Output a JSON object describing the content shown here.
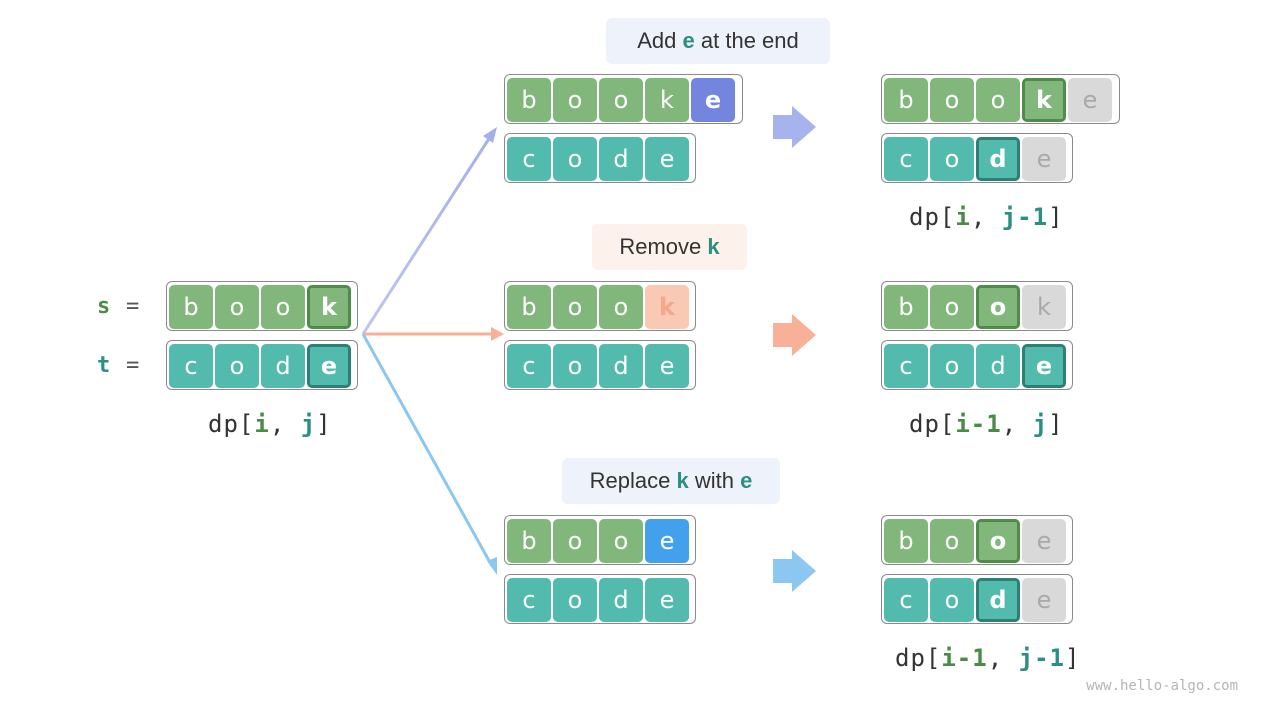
{
  "left": {
    "s_label": "s",
    "t_label": "t",
    "eq": "=",
    "s_chars": [
      "b",
      "o",
      "o",
      "k"
    ],
    "t_chars": [
      "c",
      "o",
      "d",
      "e"
    ],
    "dp": {
      "pre": "dp[",
      "a": "i",
      "sep": ", ",
      "b": "j",
      "post": "]"
    }
  },
  "ops": {
    "add": {
      "pre": "Add ",
      "key": "e",
      "post": " at the end"
    },
    "remove": {
      "pre": "Remove ",
      "key": "k"
    },
    "replace": {
      "pre": "Replace ",
      "key1": "k",
      "mid": " with ",
      "key2": "e"
    }
  },
  "middle": {
    "add_s": [
      "b",
      "o",
      "o",
      "k",
      "e"
    ],
    "add_t": [
      "c",
      "o",
      "d",
      "e"
    ],
    "remove_s": [
      "b",
      "o",
      "o",
      "k"
    ],
    "remove_t": [
      "c",
      "o",
      "d",
      "e"
    ],
    "replace_s": [
      "b",
      "o",
      "o",
      "e"
    ],
    "replace_t": [
      "c",
      "o",
      "d",
      "e"
    ]
  },
  "right": {
    "add_s": [
      "b",
      "o",
      "o",
      "k",
      "e"
    ],
    "add_t": [
      "c",
      "o",
      "d",
      "e"
    ],
    "add_dp": {
      "pre": "dp[",
      "a": "i",
      "sep": ", ",
      "b": "j-1",
      "post": "]"
    },
    "remove_s": [
      "b",
      "o",
      "o",
      "k"
    ],
    "remove_t": [
      "c",
      "o",
      "d",
      "e"
    ],
    "remove_dp": {
      "pre": "dp[",
      "a": "i-1",
      "sep": ", ",
      "b": "j",
      "post": "]"
    },
    "replace_s": [
      "b",
      "o",
      "o",
      "e"
    ],
    "replace_t": [
      "c",
      "o",
      "d",
      "e"
    ],
    "replace_dp": {
      "pre": "dp[",
      "a": "i-1",
      "sep": ", ",
      "b": "j-1",
      "post": "]"
    }
  },
  "colors": {
    "add_arrow": "#a7b3ec",
    "remove_arrow": "#f8b198",
    "replace_arrow": "#8cc7f1"
  },
  "watermark": "www.hello-algo.com"
}
